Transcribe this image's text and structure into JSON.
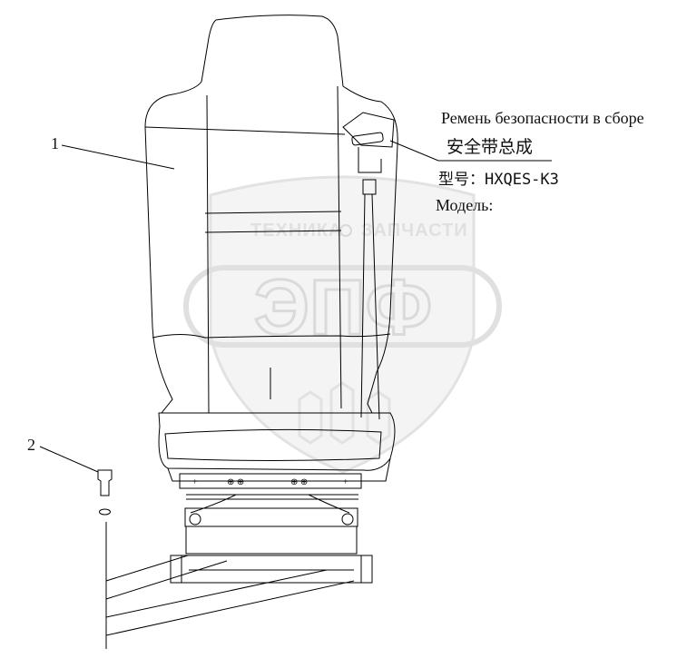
{
  "callouts": {
    "part1": "1",
    "part2": "2"
  },
  "labels": {
    "belt_ru": "Ремень безопасности в сборе",
    "belt_cn": "安全带总成",
    "model_cn": "型号：HXQES-K3",
    "model_ru": "Модель:"
  },
  "watermark": {
    "left": "ТЕХНИКА",
    "right": "ЗАПЧАСТИ",
    "logo": "ЭПФ"
  }
}
